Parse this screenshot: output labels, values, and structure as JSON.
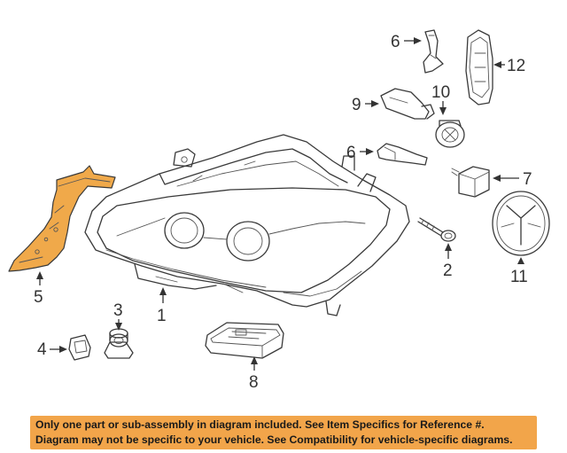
{
  "diagram": {
    "callouts": [
      "1",
      "2",
      "3",
      "4",
      "5",
      "6",
      "6",
      "7",
      "8",
      "9",
      "10",
      "11",
      "12"
    ]
  },
  "banner": {
    "line1": "Only one part or sub-assembly in diagram included. See Item Specifics for Reference #.",
    "line2": "Diagram may not be specific to your vehicle. See Compatibility for vehicle-specific diagrams."
  },
  "colors": {
    "highlight_part": "#f0a94a",
    "banner_bg": "#f2a54a",
    "line": "#3a3a3a"
  }
}
